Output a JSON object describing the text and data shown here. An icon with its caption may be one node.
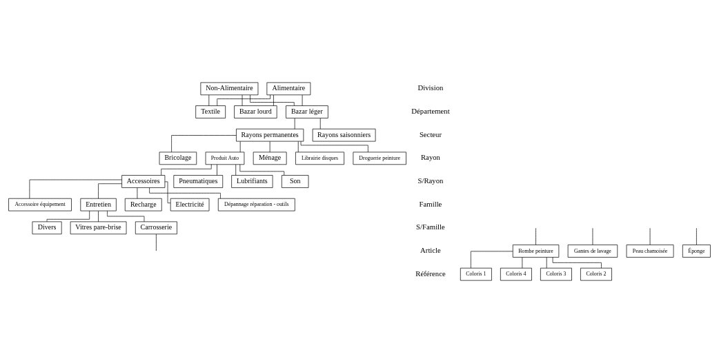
{
  "diagram": {
    "nodes": [
      {
        "text": [
          "Alimentaire"
        ]
      },
      {
        "text": [
          "Non-Alimentaire"
        ]
      },
      {
        "text": [
          "Textile"
        ]
      },
      {
        "text": [
          "Bazar lourd"
        ]
      },
      {
        "text": [
          "Bazar léger"
        ]
      },
      {
        "text": [
          "Rayons saisonniers"
        ]
      },
      {
        "text": [
          "Rayons permanentes"
        ]
      },
      {
        "text": [
          "Ménage"
        ]
      },
      {
        "text": [
          "Librairie disques"
        ]
      },
      {
        "text": [
          "Droguerie peinture"
        ]
      },
      {
        "text": [
          "Bricolage"
        ]
      },
      {
        "text": [
          "Produit Auto"
        ]
      },
      {
        "text": [
          "Pneumatiques"
        ]
      },
      {
        "text": [
          "Lubrifiants"
        ]
      },
      {
        "text": [
          "Son"
        ]
      },
      {
        "text": [
          "Accessoires"
        ]
      },
      {
        "text": [
          "Recharge"
        ]
      },
      {
        "text": [
          "Electricité"
        ]
      },
      {
        "text": [
          "Dépannage réparation - outils"
        ]
      },
      {
        "text": [
          "Accessoire équipement"
        ]
      },
      {
        "text": [
          "Entretien"
        ]
      },
      {
        "text": [
          "Divers"
        ]
      },
      {
        "text": [
          "Vitres pare-brise"
        ]
      },
      {
        "text": [
          "Carrosserie"
        ]
      },
      {
        "text": [
          "Éponge"
        ]
      },
      {
        "text": [
          "Peau chamoisée"
        ]
      },
      {
        "text": [
          "Gantes de lavage"
        ]
      },
      {
        "text": [
          "Bombe peinture"
        ]
      },
      {
        "text": [
          "Coloris 4"
        ]
      },
      {
        "text": [
          "Coloris 3"
        ]
      },
      {
        "text": [
          "Coloris 2"
        ]
      },
      {
        "text": [
          "Coloris 1"
        ]
      }
    ],
    "edges": [
      {
        "from": 0,
        "to": 2,
        "arrow": "none"
      },
      {
        "from": 0,
        "to": 3,
        "arrow": "none"
      },
      {
        "from": 0,
        "to": 4,
        "arrow": "none"
      },
      {
        "from": 1,
        "to": 2,
        "arrow": "none"
      },
      {
        "from": 1,
        "to": 3,
        "arrow": "none"
      },
      {
        "from": 1,
        "to": 4,
        "arrow": "none"
      },
      {
        "from": 4,
        "to": 5,
        "arrow": "none"
      },
      {
        "from": 4,
        "to": 6,
        "arrow": "none"
      },
      {
        "from": 6,
        "to": 7,
        "arrow": "none"
      },
      {
        "from": 6,
        "to": 8,
        "arrow": "none"
      },
      {
        "from": 6,
        "to": 9,
        "arrow": "none"
      },
      {
        "from": 6,
        "to": 10,
        "arrow": "none"
      },
      {
        "from": 6,
        "to": 11,
        "arrow": "none"
      },
      {
        "from": 11,
        "to": 12,
        "arrow": "none"
      },
      {
        "from": 11,
        "to": 13,
        "arrow": "none"
      },
      {
        "from": 11,
        "to": 14,
        "arrow": "none"
      },
      {
        "from": 11,
        "to": 15,
        "arrow": "none"
      },
      {
        "from": 15,
        "to": 16,
        "arrow": "none"
      },
      {
        "from": 15,
        "to": 17,
        "arrow": "none"
      },
      {
        "from": 15,
        "to": 18,
        "arrow": "none"
      },
      {
        "from": 15,
        "to": 19,
        "arrow": "none"
      },
      {
        "from": 15,
        "to": 20,
        "arrow": "none"
      },
      {
        "from": 20,
        "to": 21,
        "arrow": "none"
      },
      {
        "from": 20,
        "to": 22,
        "arrow": "none"
      },
      {
        "from": 20,
        "to": 23,
        "arrow": "none"
      },
      {
        "from": null,
        "to": 24,
        "arrow": "none"
      },
      {
        "from": null,
        "to": 25,
        "arrow": "none"
      },
      {
        "from": null,
        "to": 26,
        "arrow": "none"
      },
      {
        "from": 23,
        "to": null,
        "arrow": "none"
      },
      {
        "from": null,
        "to": 27,
        "arrow": "none"
      },
      {
        "from": 27,
        "to": 28,
        "arrow": "none"
      },
      {
        "from": 27,
        "to": 29,
        "arrow": "none"
      },
      {
        "from": 27,
        "to": 30,
        "arrow": "none"
      },
      {
        "from": 27,
        "to": 31,
        "arrow": "none"
      }
    ],
    "labels": [
      "Division",
      "Département",
      "Secteur",
      "Rayon",
      "S/Rayon",
      "Famille",
      "S/Famille",
      "Article",
      "Référence"
    ]
  }
}
